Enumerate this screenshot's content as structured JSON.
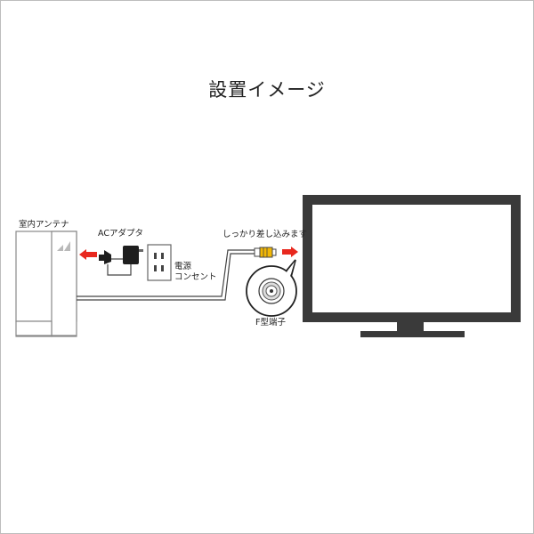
{
  "title": "設置イメージ",
  "labels": {
    "indoor_antenna": "室内アンテナ",
    "ac_adapter": "ACアダプタ",
    "outlet_line1": "電源",
    "outlet_line2": "コンセント",
    "plug_in": "しっかり差し込みます",
    "f_connector": "F型端子"
  },
  "colors": {
    "arrow": "#e8281e",
    "connector": "#f2b705",
    "tv_frame": "#3a3a3a",
    "line": "#444444"
  },
  "icons": [
    "arrow-left-icon",
    "arrow-right-icon",
    "ac-adapter-icon",
    "power-outlet-icon",
    "f-connector-icon",
    "antenna-signal-icon"
  ]
}
